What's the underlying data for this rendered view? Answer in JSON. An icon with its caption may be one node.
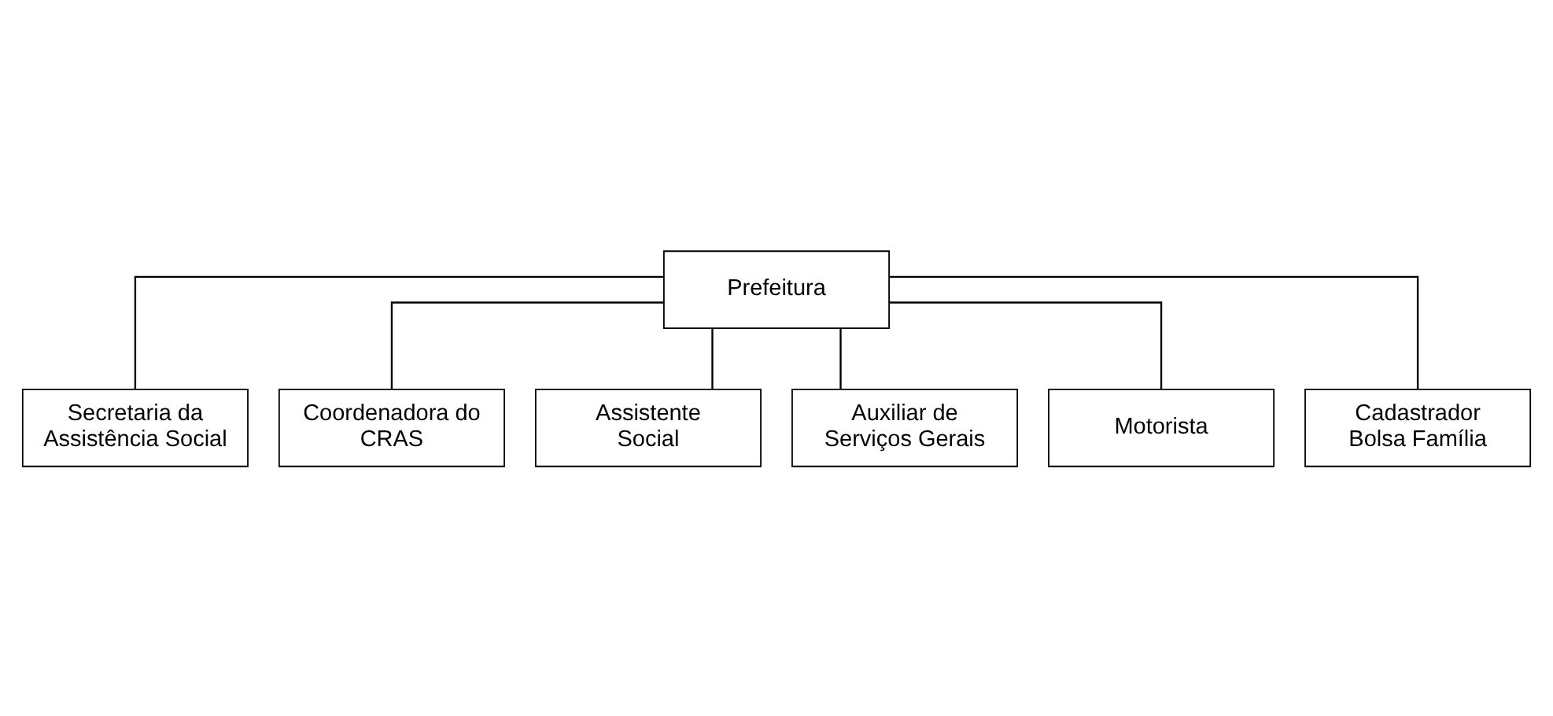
{
  "diagram": {
    "nodes": [
      {
        "text": [
          "Prefeitura"
        ]
      },
      {
        "text": [
          "Secretaria da Assistência Social"
        ]
      },
      {
        "text": [
          "Coordenadora do CRAS"
        ]
      },
      {
        "text": [
          "Assistente Social"
        ]
      },
      {
        "text": [
          "Auxiliar de Serviços Gerais"
        ]
      },
      {
        "text": [
          "Motorista"
        ]
      },
      {
        "text": [
          "Cadastrador Bolsa Família"
        ]
      }
    ],
    "edges": [
      {
        "from": 0,
        "to": 1,
        "arrow": "none"
      },
      {
        "from": 0,
        "to": 2,
        "arrow": "none"
      },
      {
        "from": 0,
        "to": 3,
        "arrow": "none"
      },
      {
        "from": 0,
        "to": 4,
        "arrow": "none"
      },
      {
        "from": 0,
        "to": 5,
        "arrow": "none"
      },
      {
        "from": 0,
        "to": 6,
        "arrow": "none"
      }
    ]
  }
}
